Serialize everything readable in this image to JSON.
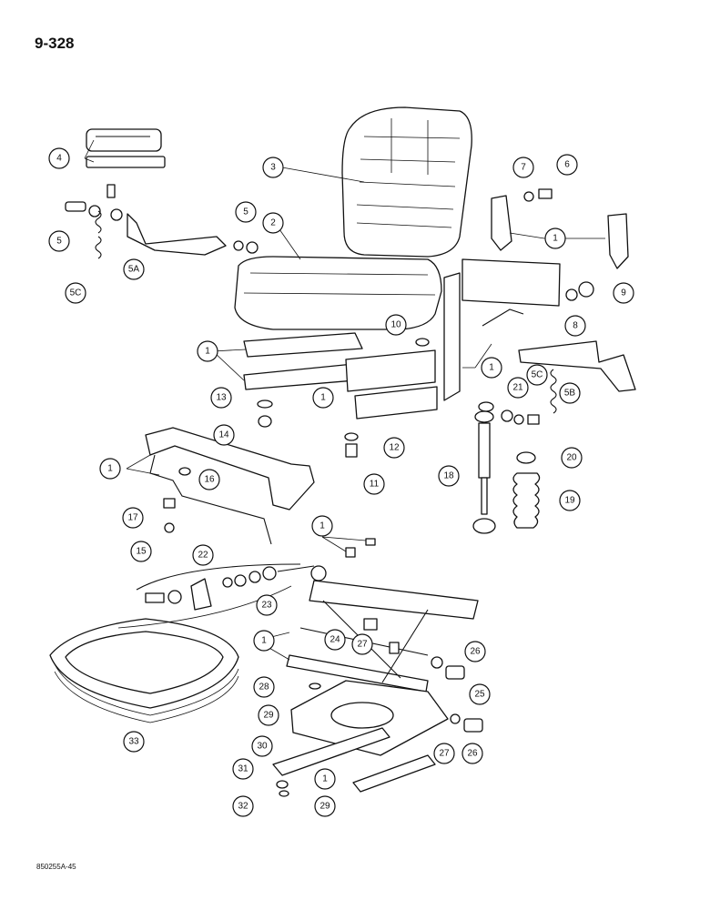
{
  "page_number": "9-328",
  "drawing_code": "850255A-45",
  "callouts": [
    {
      "label": "4"
    },
    {
      "label": "5"
    },
    {
      "label": "5C"
    },
    {
      "label": "5A"
    },
    {
      "label": "5"
    },
    {
      "label": "2"
    },
    {
      "label": "3"
    },
    {
      "label": "7"
    },
    {
      "label": "6"
    },
    {
      "label": "1"
    },
    {
      "label": "9"
    },
    {
      "label": "8"
    },
    {
      "label": "10"
    },
    {
      "label": "1"
    },
    {
      "label": "1"
    },
    {
      "label": "1"
    },
    {
      "label": "13"
    },
    {
      "label": "14"
    },
    {
      "label": "12"
    },
    {
      "label": "11"
    },
    {
      "label": "5C"
    },
    {
      "label": "21"
    },
    {
      "label": "5B"
    },
    {
      "label": "20"
    },
    {
      "label": "18"
    },
    {
      "label": "19"
    },
    {
      "label": "1"
    },
    {
      "label": "16"
    },
    {
      "label": "17"
    },
    {
      "label": "15"
    },
    {
      "label": "1"
    },
    {
      "label": "22"
    },
    {
      "label": "23"
    },
    {
      "label": "1"
    },
    {
      "label": "24"
    },
    {
      "label": "27"
    },
    {
      "label": "26"
    },
    {
      "label": "25"
    },
    {
      "label": "28"
    },
    {
      "label": "29"
    },
    {
      "label": "33"
    },
    {
      "label": "30"
    },
    {
      "label": "31"
    },
    {
      "label": "32"
    },
    {
      "label": "1"
    },
    {
      "label": "29"
    },
    {
      "label": "27"
    },
    {
      "label": "26"
    }
  ]
}
